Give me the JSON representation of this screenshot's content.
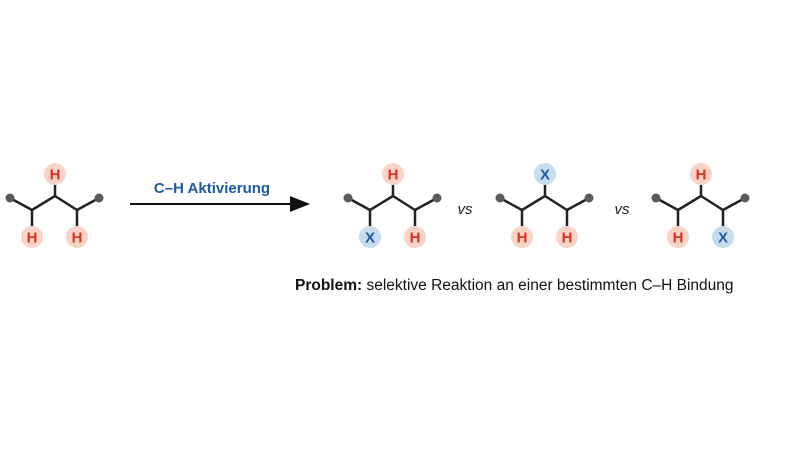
{
  "reaction": {
    "arrow_label": "C–H Aktivierung",
    "vs_label": "vs",
    "problem_label": "Problem:",
    "problem_text": " selektive Reaktion an einer bestimmten C–H Bindung"
  },
  "colors": {
    "H_text": "#e0301e",
    "H_bg": "#f8d3c8",
    "X_text": "#1d5aa8",
    "X_bg": "#c6dcef",
    "bond": "#222222",
    "end_dot": "#5a5a5a",
    "arrow_label": "#1d5aa8"
  },
  "molecules": [
    {
      "name": "starting-material",
      "top": "H",
      "left": "H",
      "right": "H"
    },
    {
      "name": "product-x-left",
      "top": "H",
      "left": "X",
      "right": "H"
    },
    {
      "name": "product-x-top",
      "top": "X",
      "left": "H",
      "right": "H"
    },
    {
      "name": "product-x-right",
      "top": "H",
      "left": "H",
      "right": "X"
    }
  ]
}
